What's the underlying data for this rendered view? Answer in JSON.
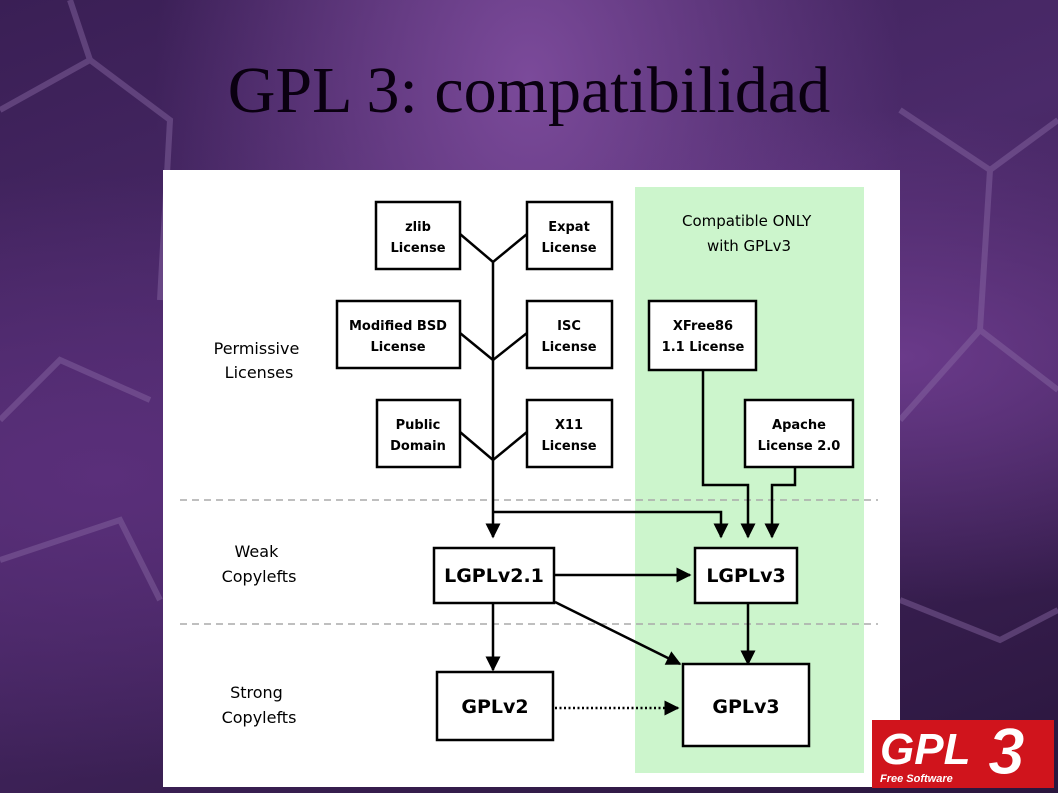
{
  "slide": {
    "title": "GPL 3: compatibilidad"
  },
  "diagram": {
    "green_region_label": [
      "Compatible ONLY",
      "with GPLv3"
    ],
    "side_labels": {
      "permissive": [
        "Permissive",
        "Licenses"
      ],
      "weak": [
        "Weak",
        "Copylefts"
      ],
      "strong": [
        "Strong",
        "Copylefts"
      ]
    },
    "boxes": {
      "zlib": [
        "zlib",
        "License"
      ],
      "expat": [
        "Expat",
        "License"
      ],
      "modified_bsd": [
        "Modified BSD",
        "License"
      ],
      "isc": [
        "ISC",
        "License"
      ],
      "public_domain": [
        "Public",
        "Domain"
      ],
      "x11": [
        "X11",
        "License"
      ],
      "xfree86": [
        "XFree86",
        "1.1 License"
      ],
      "apache": [
        "Apache",
        "License 2.0"
      ],
      "lgplv21": "LGPLv2.1",
      "lgplv3": "LGPLv3",
      "gplv2": "GPLv2",
      "gplv3": "GPLv3"
    },
    "colors": {
      "green_region": "#ccf5cc",
      "dashed_divider": "#aaaaaa"
    }
  },
  "logo": {
    "main_text": "GPL",
    "version": "3",
    "subtitle": "Free Software",
    "colors": {
      "red": "#d0141c",
      "white": "#ffffff"
    }
  }
}
